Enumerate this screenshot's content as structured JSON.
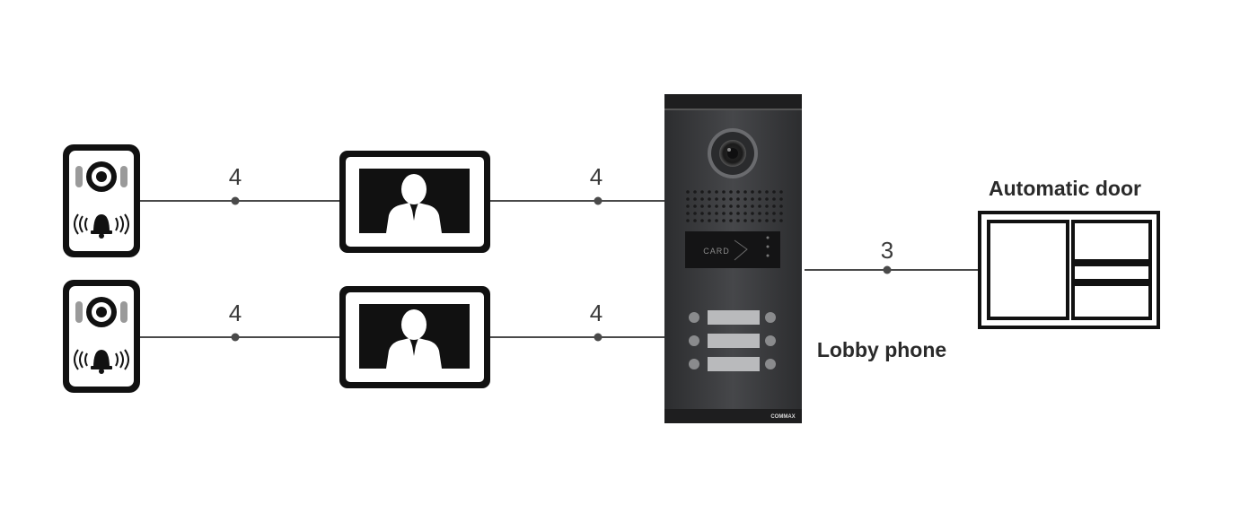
{
  "diagram": {
    "wires": {
      "door1_to_monitor1": "4",
      "monitor1_to_lobby": "4",
      "door2_to_monitor2": "4",
      "monitor2_to_lobby": "4",
      "lobby_to_door": "3"
    },
    "labels": {
      "automatic_door": "Automatic door",
      "lobby_phone": "Lobby phone"
    },
    "lobby_panel": {
      "card_text": "CARD",
      "brand": "COMMAX"
    },
    "icons": {
      "door_station": "door-station-icon",
      "monitor": "video-monitor-icon",
      "lobby_phone": "lobby-phone-panel",
      "automatic_door": "automatic-door-icon",
      "bell": "bell-icon",
      "camera": "camera-icon"
    },
    "colors": {
      "line": "#4a4a4a",
      "icon": "#111111",
      "panel": "#3a3b3d"
    }
  }
}
